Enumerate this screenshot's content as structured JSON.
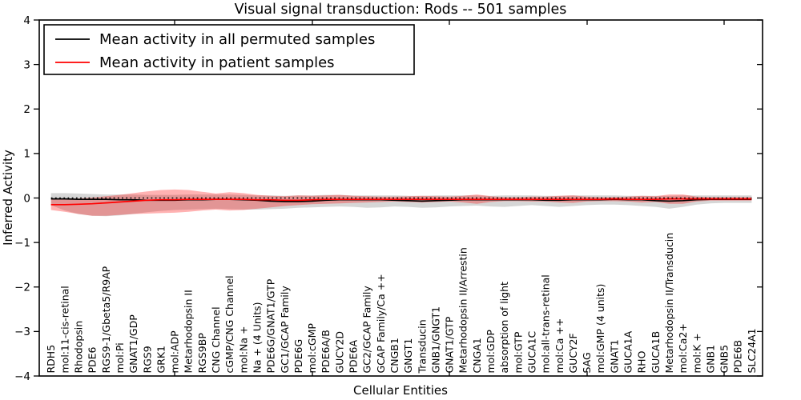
{
  "title": "Visual signal transduction: Rods -- 501 samples",
  "axes": {
    "xlabel": "Cellular Entities",
    "ylabel": "Inferred Activity",
    "ytick_labels": [
      "4",
      "3",
      "2",
      "1",
      "0",
      "−1",
      "−2",
      "−3",
      "−4"
    ],
    "ytick_values": [
      4,
      3,
      2,
      1,
      0,
      -1,
      -2,
      -3,
      -4
    ]
  },
  "legend": {
    "entries": [
      {
        "label": "Mean activity in all permuted samples",
        "color": "#000000"
      },
      {
        "label": "Mean activity in patient samples",
        "color": "#ff0000"
      }
    ]
  },
  "chart_data": {
    "type": "line",
    "title": "Visual signal transduction: Rods -- 501 samples",
    "xlabel": "Cellular Entities",
    "ylabel": "Inferred Activity",
    "ylim": [
      -4,
      4
    ],
    "grid": false,
    "legend_position": "upper left",
    "categories": [
      "RDH5",
      "mol:11-cis-retinal",
      "Rhodopsin",
      "PDE6",
      "RGS9-1/Gbeta5/R9AP",
      "mol:Pi",
      "GNAT1/GDP",
      "RGS9",
      "GRK1",
      "mol:ADP",
      "Metarhodopsin II",
      "RGS9BP",
      "CNG Channel",
      "cGMP/CNG Channel",
      "mol:Na +",
      "Na + (4 Units)",
      "PDE6G/GNAT1/GTP",
      "GC1/GCAP Family",
      "PDE6G",
      "mol:cGMP",
      "PDE6A/B",
      "GUCY2D",
      "PDE6A",
      "GC2/GCAP Family",
      "GCAP Family/Ca ++",
      "CNGB1",
      "GNGT1",
      "Transducin",
      "GNB1/GNGT1",
      "GNAT1/GTP",
      "Metarhodopsin II/Arrestin",
      "CNGA1",
      "mol:GDP",
      "absorption of light",
      "mol:GTP",
      "GUCA1C",
      "mol:all-trans-retinal",
      "mol:Ca ++",
      "GUCY2F",
      "SAG",
      "mol:GMP (4 units)",
      "GNAT1",
      "GUCA1A",
      "RHO",
      "GUCA1B",
      "Metarhodopsin II/Transducin",
      "mol:Ca2+",
      "mol:K +",
      "GNB1",
      "GNB5",
      "PDE6B",
      "SLC24A1"
    ],
    "series": [
      {
        "name": "Mean activity in all permuted samples",
        "color": "#000000",
        "values": [
          -0.02,
          -0.02,
          -0.03,
          -0.03,
          -0.03,
          -0.04,
          -0.04,
          -0.05,
          -0.05,
          -0.05,
          -0.04,
          -0.04,
          -0.03,
          -0.03,
          -0.04,
          -0.05,
          -0.07,
          -0.08,
          -0.08,
          -0.07,
          -0.05,
          -0.04,
          -0.04,
          -0.04,
          -0.04,
          -0.05,
          -0.06,
          -0.07,
          -0.06,
          -0.05,
          -0.04,
          -0.04,
          -0.04,
          -0.04,
          -0.04,
          -0.04,
          -0.05,
          -0.05,
          -0.04,
          -0.04,
          -0.04,
          -0.03,
          -0.04,
          -0.04,
          -0.06,
          -0.07,
          -0.06,
          -0.04,
          -0.03,
          -0.03,
          -0.03,
          -0.03
        ]
      },
      {
        "name": "Mean activity in patient samples",
        "color": "#ff0000",
        "values": [
          -0.15,
          -0.15,
          -0.14,
          -0.13,
          -0.11,
          -0.09,
          -0.07,
          -0.05,
          -0.04,
          -0.04,
          -0.03,
          -0.03,
          -0.03,
          -0.03,
          -0.03,
          -0.04,
          -0.04,
          -0.05,
          -0.05,
          -0.04,
          -0.03,
          -0.03,
          -0.03,
          -0.03,
          -0.03,
          -0.03,
          -0.03,
          -0.03,
          -0.03,
          -0.03,
          -0.03,
          -0.03,
          -0.03,
          -0.03,
          -0.03,
          -0.03,
          -0.03,
          -0.03,
          -0.03,
          -0.03,
          -0.03,
          -0.02,
          -0.03,
          -0.03,
          -0.03,
          -0.02,
          -0.02,
          -0.02,
          -0.02,
          -0.02,
          -0.02,
          -0.02
        ]
      }
    ],
    "bands": [
      {
        "name": "permuted-samples-range",
        "color": "rgba(0,0,0,0.16)",
        "upper": [
          0.11,
          0.11,
          0.1,
          0.09,
          0.08,
          0.08,
          0.08,
          0.07,
          0.07,
          0.07,
          0.08,
          0.08,
          0.08,
          0.08,
          0.07,
          0.06,
          0.06,
          0.05,
          0.06,
          0.06,
          0.07,
          0.07,
          0.06,
          0.06,
          0.06,
          0.06,
          0.05,
          0.05,
          0.06,
          0.06,
          0.06,
          0.06,
          0.05,
          0.06,
          0.06,
          0.06,
          0.05,
          0.05,
          0.06,
          0.06,
          0.06,
          0.06,
          0.05,
          0.05,
          0.05,
          0.05,
          0.06,
          0.06,
          0.06,
          0.06,
          0.06,
          0.06
        ],
        "lower": [
          -0.16,
          -0.28,
          -0.36,
          -0.4,
          -0.41,
          -0.39,
          -0.36,
          -0.32,
          -0.29,
          -0.27,
          -0.26,
          -0.25,
          -0.24,
          -0.25,
          -0.26,
          -0.26,
          -0.25,
          -0.24,
          -0.22,
          -0.21,
          -0.2,
          -0.19,
          -0.2,
          -0.22,
          -0.21,
          -0.19,
          -0.2,
          -0.22,
          -0.21,
          -0.19,
          -0.18,
          -0.17,
          -0.19,
          -0.2,
          -0.18,
          -0.16,
          -0.18,
          -0.2,
          -0.18,
          -0.16,
          -0.15,
          -0.15,
          -0.16,
          -0.18,
          -0.2,
          -0.24,
          -0.2,
          -0.15,
          -0.12,
          -0.11,
          -0.11,
          -0.11
        ]
      },
      {
        "name": "patient-samples-range",
        "color": "rgba(255,0,0,0.30)",
        "upper": [
          -0.03,
          -0.02,
          -0.01,
          0.01,
          0.04,
          0.07,
          0.11,
          0.15,
          0.18,
          0.19,
          0.18,
          0.14,
          0.1,
          0.13,
          0.11,
          0.07,
          0.05,
          0.04,
          0.06,
          0.05,
          0.06,
          0.07,
          0.05,
          0.04,
          0.03,
          0.03,
          0.04,
          0.05,
          0.04,
          0.03,
          0.05,
          0.08,
          0.04,
          0.02,
          0.02,
          0.03,
          0.03,
          0.05,
          0.06,
          0.03,
          0.02,
          0.02,
          0.03,
          0.05,
          0.04,
          0.08,
          0.08,
          0.03,
          0.02,
          0.02,
          0.02,
          0.02
        ],
        "lower": [
          -0.27,
          -0.31,
          -0.36,
          -0.4,
          -0.4,
          -0.38,
          -0.36,
          -0.35,
          -0.34,
          -0.33,
          -0.31,
          -0.28,
          -0.26,
          -0.28,
          -0.27,
          -0.24,
          -0.21,
          -0.18,
          -0.16,
          -0.14,
          -0.13,
          -0.12,
          -0.11,
          -0.1,
          -0.09,
          -0.08,
          -0.09,
          -0.1,
          -0.09,
          -0.08,
          -0.1,
          -0.13,
          -0.09,
          -0.07,
          -0.07,
          -0.08,
          -0.08,
          -0.1,
          -0.11,
          -0.08,
          -0.07,
          -0.07,
          -0.08,
          -0.1,
          -0.09,
          -0.13,
          -0.13,
          -0.08,
          -0.06,
          -0.06,
          -0.06,
          -0.06
        ]
      }
    ],
    "reference_line": {
      "y": 0,
      "style": "dotted",
      "color": "#000000"
    }
  }
}
